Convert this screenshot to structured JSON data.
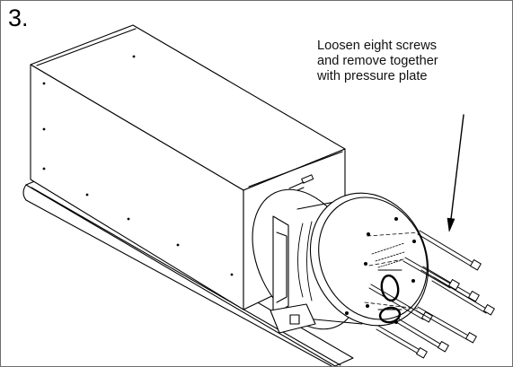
{
  "step": {
    "number": "3."
  },
  "instruction": {
    "lines": [
      "Loosen eight screws",
      "and remove together",
      "with pressure plate"
    ]
  },
  "colors": {
    "line": "#000000",
    "background": "#ffffff",
    "frame": "#6e6e6e"
  }
}
